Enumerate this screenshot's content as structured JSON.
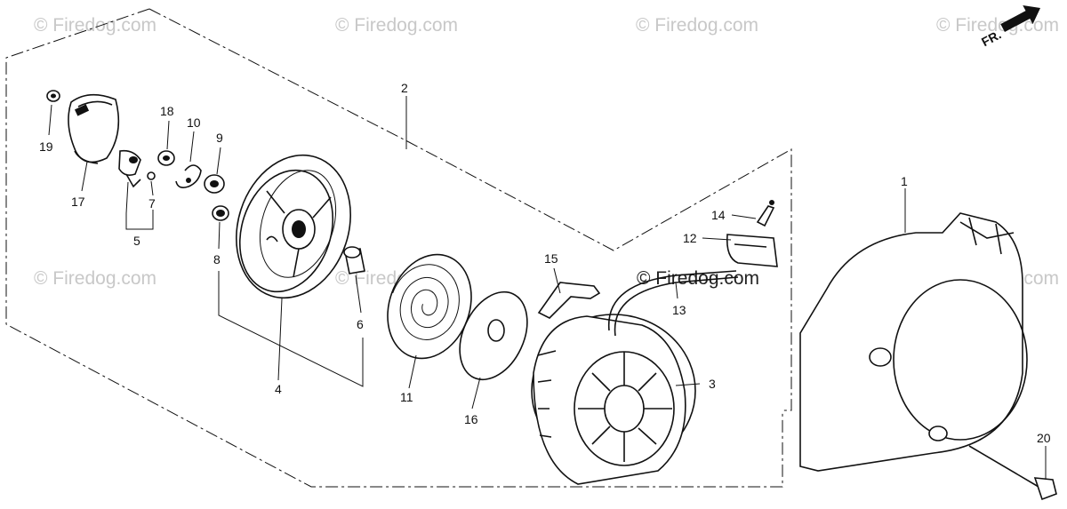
{
  "watermarks": {
    "text": "© Firedog.com",
    "instances": [
      "© Firedog.com",
      "© Firedog.com",
      "© Firedog.com",
      "© Firedog.com",
      "© Firedog.com",
      "© Firedog.com",
      "© Firedog.com",
      "© Firedog.com"
    ]
  },
  "direction_badge": {
    "text": "FR."
  },
  "callouts": {
    "c1": "1",
    "c2": "2",
    "c3": "3",
    "c4": "4",
    "c5": "5",
    "c6": "6",
    "c7": "7",
    "c8": "8",
    "c9": "9",
    "c10": "10",
    "c11": "11",
    "c12": "12",
    "c13": "13",
    "c14": "14",
    "c15": "15",
    "c16": "16",
    "c17": "17",
    "c18": "18",
    "c19": "19",
    "c20": "20"
  }
}
